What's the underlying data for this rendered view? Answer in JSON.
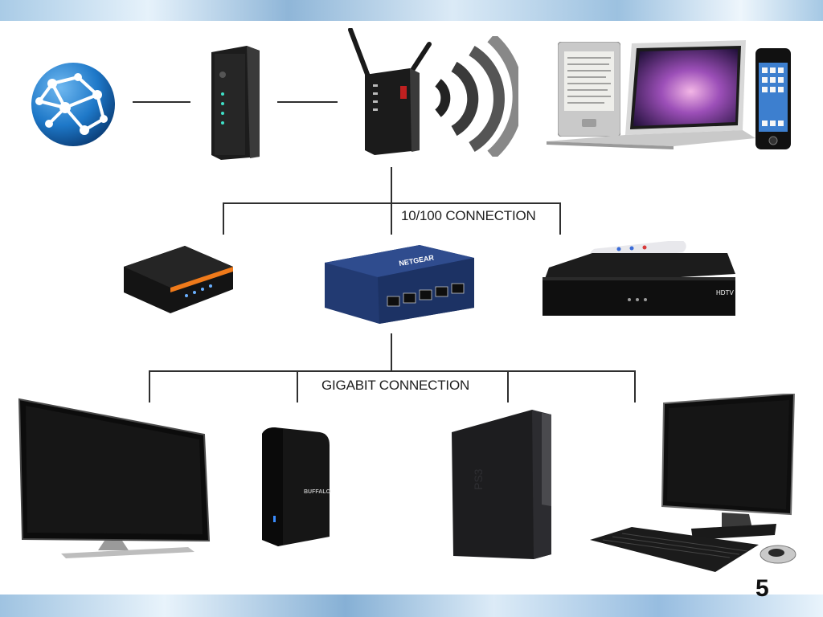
{
  "labels": {
    "ten_hundred": "10/100 CONNECTION",
    "gigabit": "GIGABIT CONNECTION",
    "page_number": "5"
  },
  "device_text": {
    "switch_brand": "NETGEAR",
    "nas_brand": "BUFFALO",
    "console_logo": "PS3",
    "dvr_badge": "HDTV"
  },
  "icons": [
    "globe-icon",
    "modem-icon",
    "wireless-router-icon",
    "wifi-signal-icon",
    "ereader-icon",
    "laptop-icon",
    "smartphone-icon",
    "voip-adapter-icon",
    "network-switch-icon",
    "dvr-icon",
    "remote-control-icon",
    "flat-tv-icon",
    "nas-drive-icon",
    "game-console-icon",
    "desktop-computer-icon"
  ],
  "colors": {
    "wire": "#2f2f2f",
    "globe": "#1e78c8",
    "switch": "#2a3f78",
    "accent_orange": "#f07a1a"
  }
}
